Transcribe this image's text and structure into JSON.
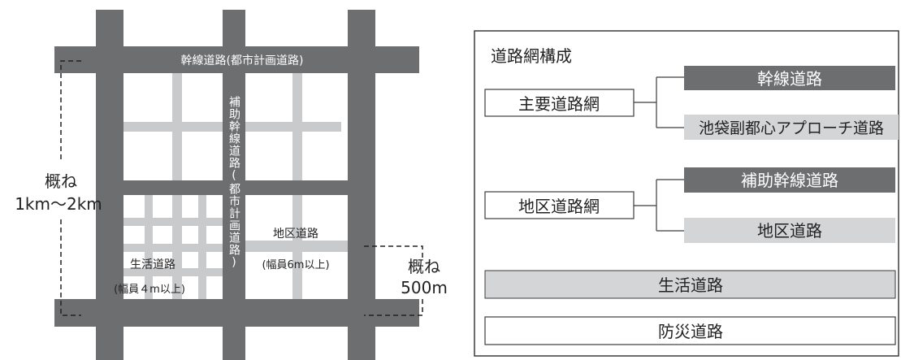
{
  "colors": {
    "arterial": "#6d6e70",
    "local": "#c9cacc",
    "panel_border": "#3c3c3c",
    "box_dark": "#6d6e70",
    "box_light": "#d4d5d7",
    "text": "#222222"
  },
  "map": {
    "arterial_label": "幹線道路(都市計画道路)",
    "auxiliary_label_vertical": "補助幹線道路(都市計画道路)",
    "district_road_label": "地区道路",
    "district_road_width": "(幅員6m以上)",
    "living_road_label": "生活道路",
    "living_road_width": "(幅員４m以上)",
    "dim_large_line1": "概ね",
    "dim_large_line2": "1km〜2km",
    "dim_small_line1": "概ね",
    "dim_small_line2": "500m"
  },
  "panel": {
    "title": "道路網構成",
    "main_network": "主要道路網",
    "arterial": "幹線道路",
    "approach": "池袋副都心アプローチ道路",
    "district_network": "地区道路網",
    "auxiliary": "補助幹線道路",
    "district": "地区道路",
    "living": "生活道路",
    "disaster": "防災道路"
  }
}
